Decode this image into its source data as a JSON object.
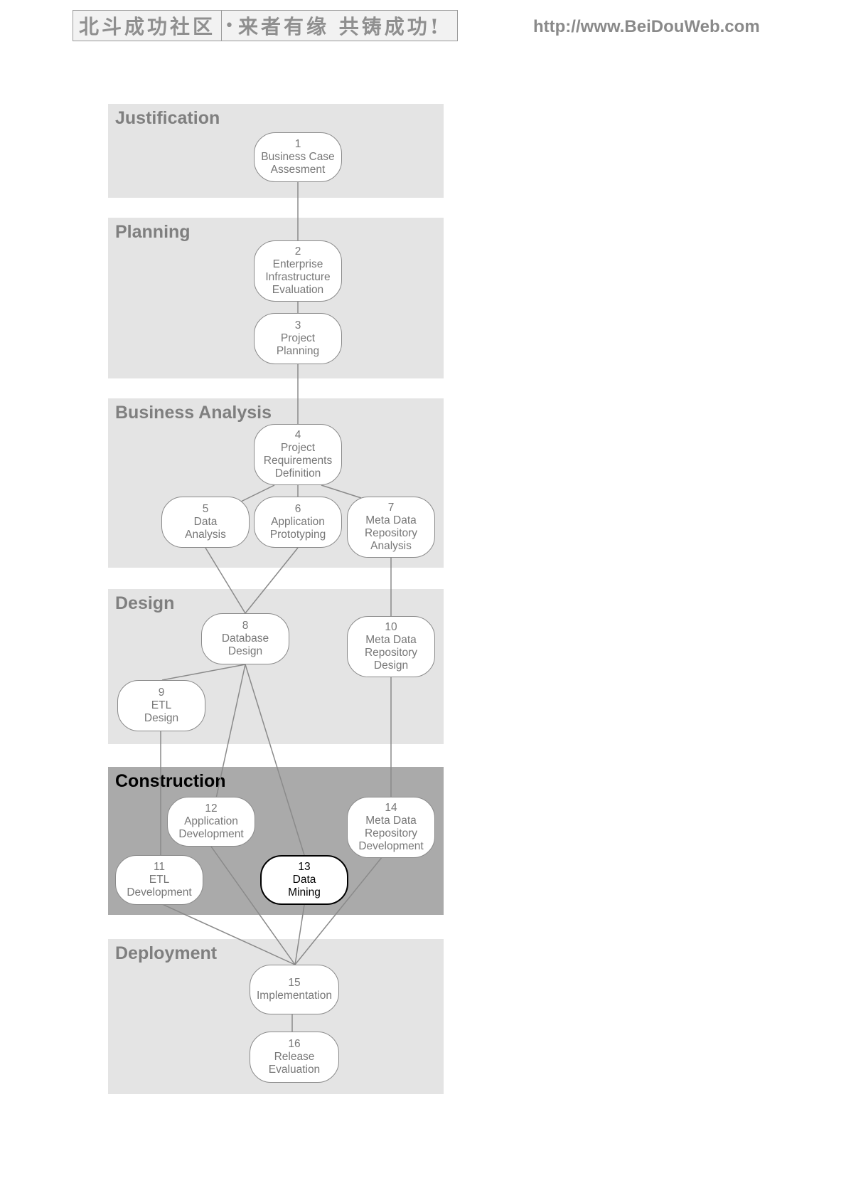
{
  "banner": {
    "left_text": "北斗成功社区",
    "right_text": "来者有缘 共铸成功!"
  },
  "url": "http://www.BeiDouWeb.com",
  "phases": {
    "justification": "Justification",
    "planning": "Planning",
    "business_analysis": "Business Analysis",
    "design": "Design",
    "construction": "Construction",
    "deployment": "Deployment"
  },
  "steps": [
    {
      "num": "1",
      "lines": [
        "Business Case",
        "Assesment"
      ]
    },
    {
      "num": "2",
      "lines": [
        "Enterprise",
        "Infrastructure",
        "Evaluation"
      ]
    },
    {
      "num": "3",
      "lines": [
        "Project",
        "Planning"
      ]
    },
    {
      "num": "4",
      "lines": [
        "Project",
        "Requirements",
        "Definition"
      ]
    },
    {
      "num": "5",
      "lines": [
        "Data",
        "Analysis"
      ]
    },
    {
      "num": "6",
      "lines": [
        "Application",
        "Prototyping"
      ]
    },
    {
      "num": "7",
      "lines": [
        "Meta Data",
        "Repository",
        "Analysis"
      ]
    },
    {
      "num": "8",
      "lines": [
        "Database",
        "Design"
      ]
    },
    {
      "num": "9",
      "lines": [
        "ETL",
        "Design"
      ]
    },
    {
      "num": "10",
      "lines": [
        "Meta Data",
        "Repository",
        "Design"
      ]
    },
    {
      "num": "11",
      "lines": [
        "ETL",
        "Development"
      ]
    },
    {
      "num": "12",
      "lines": [
        "Application",
        "Development"
      ]
    },
    {
      "num": "13",
      "lines": [
        "Data",
        "Mining"
      ]
    },
    {
      "num": "14",
      "lines": [
        "Meta Data",
        "Repository",
        "Development"
      ]
    },
    {
      "num": "15",
      "lines": [
        "Implementation"
      ]
    },
    {
      "num": "16",
      "lines": [
        "Release",
        "Evaluation"
      ]
    }
  ]
}
